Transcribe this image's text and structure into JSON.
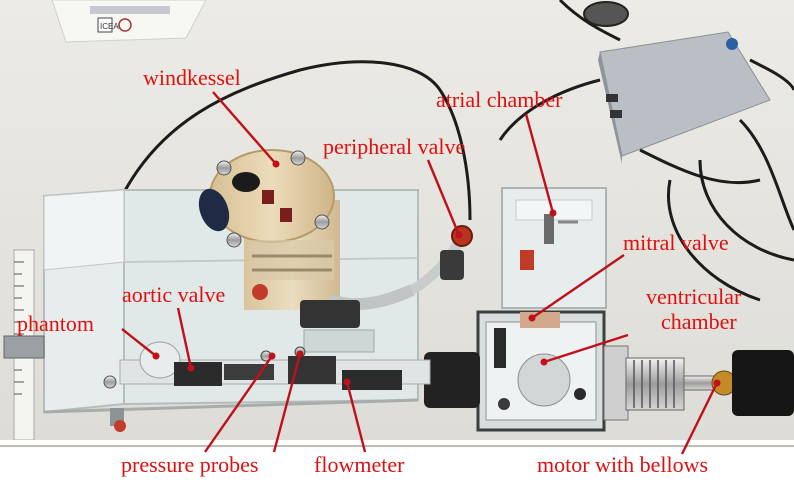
{
  "labels": {
    "windkessel": "windkessel",
    "atrial_chamber": "atrial chamber",
    "peripheral_valve": "peripheral valve",
    "mitral_valve": "mitral valve",
    "ventricular_chamber_line1": "ventricular",
    "ventricular_chamber_line2": "chamber",
    "aortic_valve": "aortic valve",
    "phantom": "phantom",
    "pressure_probes": "pressure probes",
    "flowmeter": "flowmeter",
    "motor_with_bellows": "motor with bellows",
    "paper_header": "ICEA"
  },
  "colors": {
    "label": "#e01010",
    "leader": "#c0101a",
    "table": "#e9e9e3",
    "acrylic": "#dfe6e6",
    "wood": "#e3cfa7"
  }
}
